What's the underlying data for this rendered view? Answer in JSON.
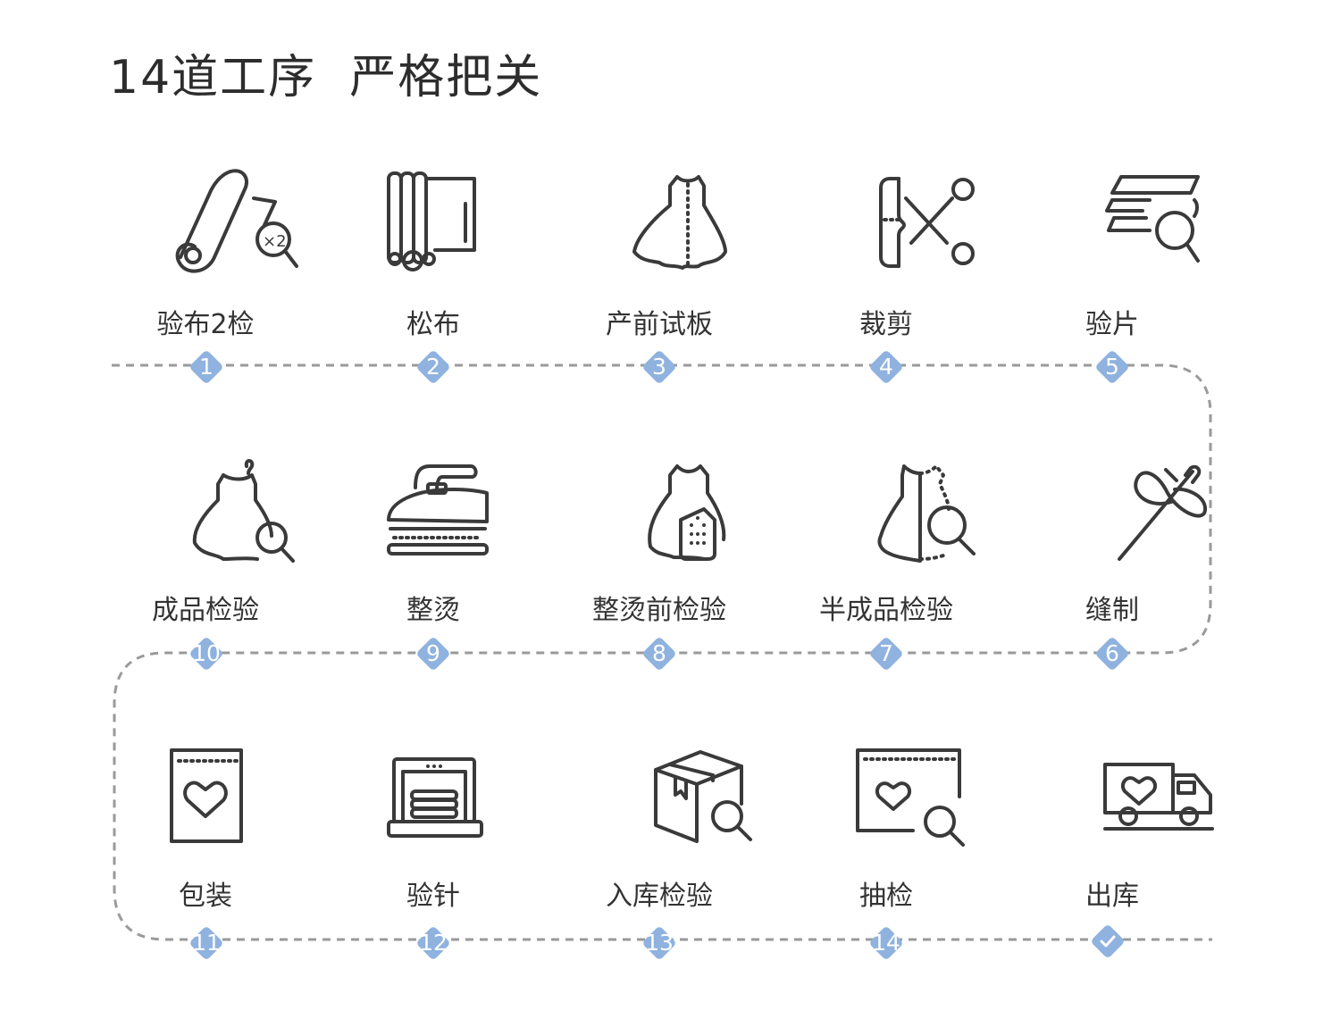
{
  "title": "14道工序  严格把关",
  "colors": {
    "accent": "#8fb2df",
    "icon_stroke": "#3a3a3a",
    "dashed_path": "#9a9a9a",
    "text": "#333333"
  },
  "steps": [
    {
      "number": "1",
      "label": "验布2检",
      "icon": "fabric-roll-inspect-icon"
    },
    {
      "number": "2",
      "label": "松布",
      "icon": "fabric-bolt-icon"
    },
    {
      "number": "3",
      "label": "产前试板",
      "icon": "dress-sample-icon"
    },
    {
      "number": "4",
      "label": "裁剪",
      "icon": "scissors-cut-icon"
    },
    {
      "number": "5",
      "label": "验片",
      "icon": "fabric-pieces-inspect-icon"
    },
    {
      "number": "6",
      "label": "缝制",
      "icon": "needle-thread-icon"
    },
    {
      "number": "7",
      "label": "半成品检验",
      "icon": "half-dress-inspect-icon"
    },
    {
      "number": "8",
      "label": "整烫前检验",
      "icon": "dress-tag-icon"
    },
    {
      "number": "9",
      "label": "整烫",
      "icon": "iron-icon"
    },
    {
      "number": "10",
      "label": "成品检验",
      "icon": "hanger-dress-inspect-icon"
    },
    {
      "number": "11",
      "label": "包装",
      "icon": "package-bag-icon"
    },
    {
      "number": "12",
      "label": "验针",
      "icon": "needle-detector-icon"
    },
    {
      "number": "13",
      "label": "入库检验",
      "icon": "box-inspect-icon"
    },
    {
      "number": "14",
      "label": "抽检",
      "icon": "bag-inspect-icon"
    },
    {
      "number": "",
      "label": "出库",
      "icon": "delivery-truck-icon",
      "marker_icon": "check-icon"
    }
  ]
}
